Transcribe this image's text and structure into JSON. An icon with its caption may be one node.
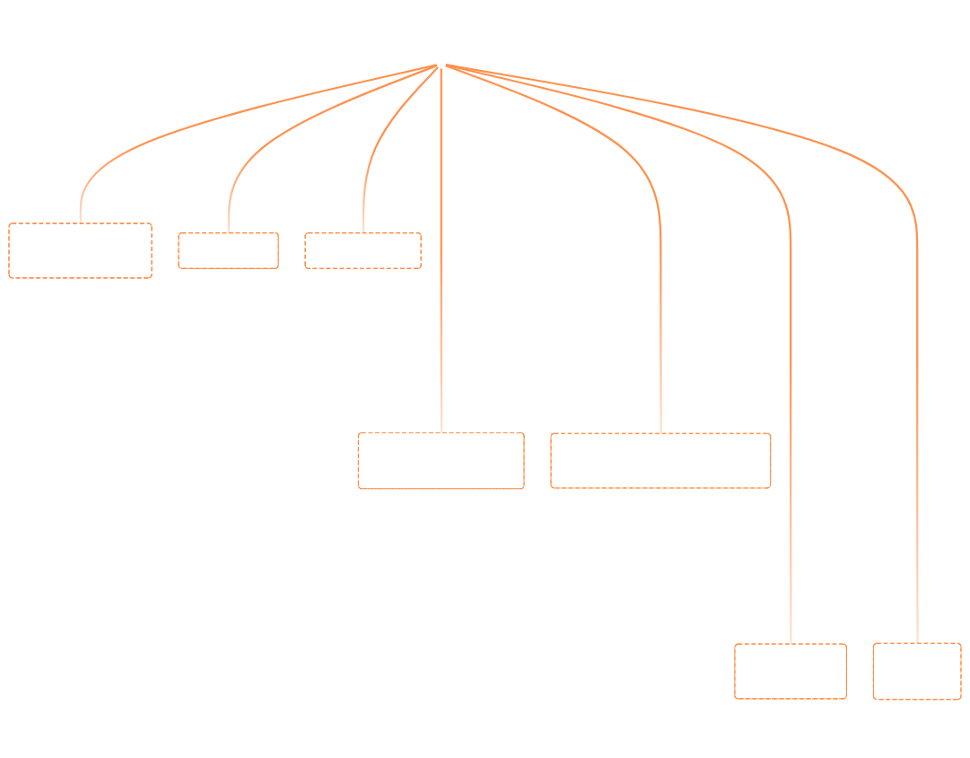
{
  "diagram": {
    "nodes": [
      {
        "text": [],
        "shape": "box"
      },
      {
        "text": [],
        "shape": "box"
      },
      {
        "text": [],
        "shape": "box"
      },
      {
        "text": [],
        "shape": "box"
      },
      {
        "text": [],
        "shape": "box"
      },
      {
        "text": [],
        "shape": "box"
      },
      {
        "text": [],
        "shape": "box"
      }
    ],
    "edges": [
      {
        "from": null,
        "to": 0,
        "arrow": "none"
      },
      {
        "from": null,
        "to": 1,
        "arrow": "none"
      },
      {
        "from": null,
        "to": 2,
        "arrow": "none"
      },
      {
        "from": null,
        "to": 3,
        "arrow": "none"
      },
      {
        "from": null,
        "to": 4,
        "arrow": "none"
      },
      {
        "from": null,
        "to": 5,
        "arrow": "none"
      },
      {
        "from": null,
        "to": 6,
        "arrow": "none"
      }
    ]
  }
}
